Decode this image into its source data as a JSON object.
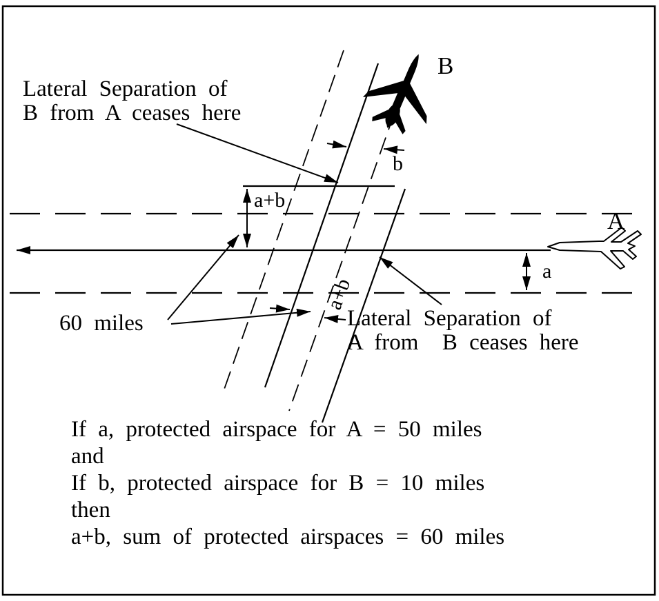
{
  "annotations": {
    "sep_b": {
      "line1": "Lateral Separation of",
      "line2": "B from A ceases here"
    },
    "sep_a": {
      "line1": "Lateral Separation of",
      "line2": "A from  B ceases here"
    }
  },
  "measurements": {
    "a": "a",
    "b": "b",
    "a_plus_b_vertical": "a+b",
    "a_plus_b_diagonal": "a+b",
    "sixty_miles": "60 miles"
  },
  "aircraft": {
    "a": "A",
    "b": "B"
  },
  "caption": {
    "line1": "If a, protected airspace for A = 50 miles",
    "line2": "and",
    "line3": "If b, protected airspace for B = 10 miles",
    "line4": "then",
    "line5": "a+b, sum of protected airspaces = 60 miles"
  },
  "colors": {
    "ink": "#000000",
    "background": "#ffffff"
  }
}
